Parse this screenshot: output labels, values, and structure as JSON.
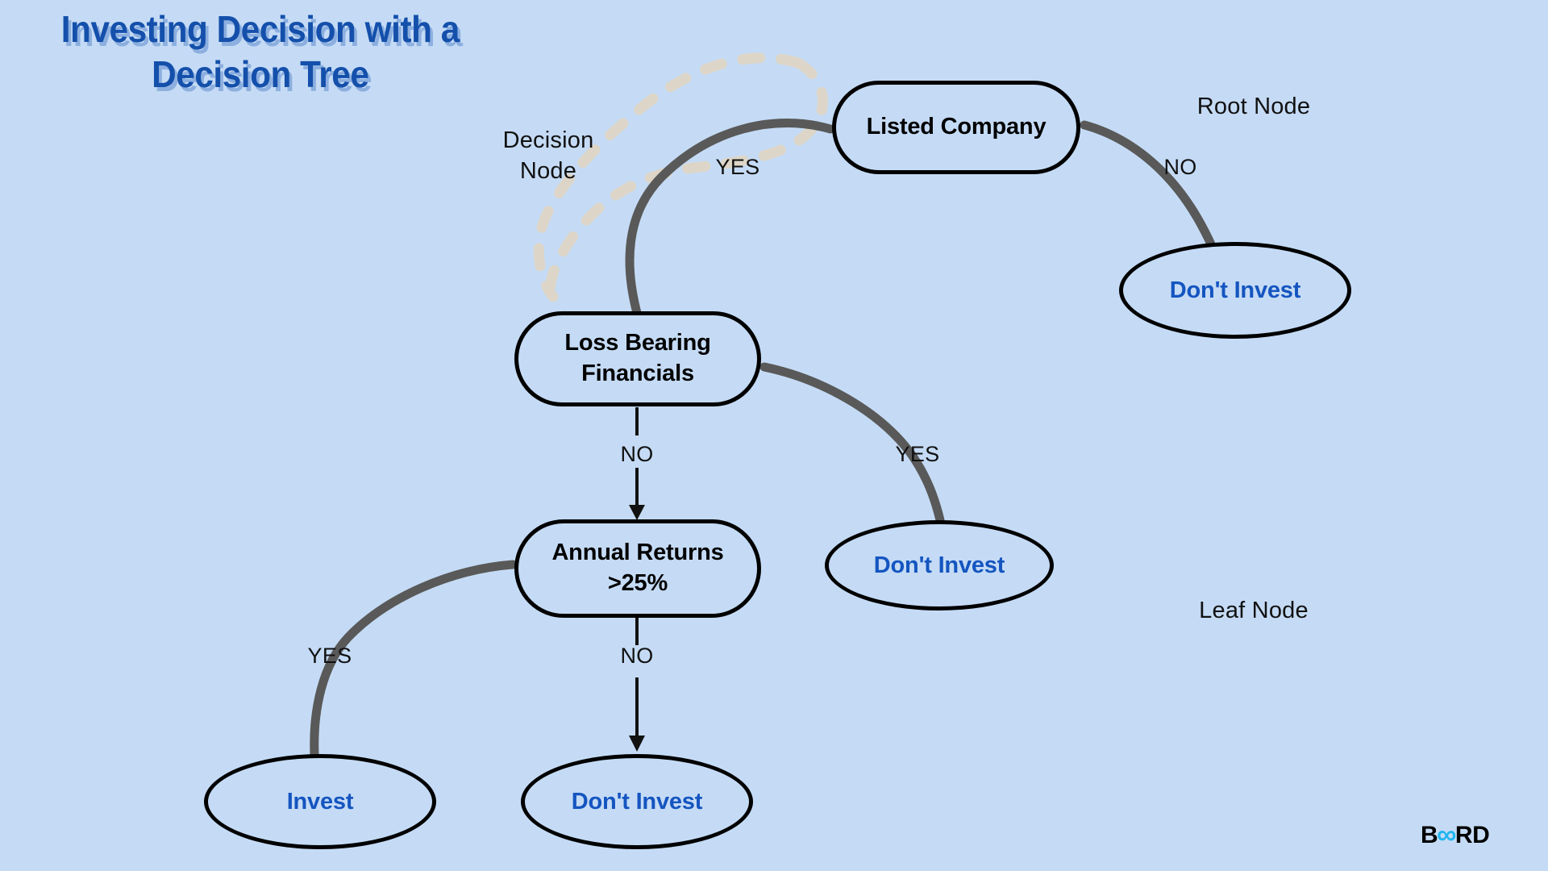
{
  "page": {
    "title": "Investing Decision with a\nDecision Tree",
    "background_color": "#c5dbf5",
    "title_color": "#1450ab",
    "node_border_color": "#000000",
    "leaf_text_color": "#1455c0",
    "edge_color": "#595959",
    "annotation_dash_color": "#ddd6c8"
  },
  "nodes": {
    "root": {
      "label": "Listed Company",
      "type": "decision"
    },
    "loss_bearing": {
      "label": "Loss Bearing\nFinancials",
      "type": "decision"
    },
    "annual_returns": {
      "label": "Annual Returns\n>25%",
      "type": "decision"
    },
    "leaf_root_no": {
      "label": "Don't Invest",
      "type": "leaf"
    },
    "leaf_loss_yes": {
      "label": "Don't Invest",
      "type": "leaf"
    },
    "leaf_returns_yes": {
      "label": "Invest",
      "type": "leaf"
    },
    "leaf_returns_no": {
      "label": "Don't Invest",
      "type": "leaf"
    }
  },
  "edge_labels": {
    "root_yes": "YES",
    "root_no": "NO",
    "loss_no": "NO",
    "loss_yes": "YES",
    "returns_yes": "YES",
    "returns_no": "NO"
  },
  "annotations": {
    "decision_node": "Decision\nNode",
    "root_node": "Root Node",
    "leaf_node": "Leaf Node"
  },
  "logo": {
    "part1": "B",
    "infinity": "∞",
    "part2": "RD"
  }
}
